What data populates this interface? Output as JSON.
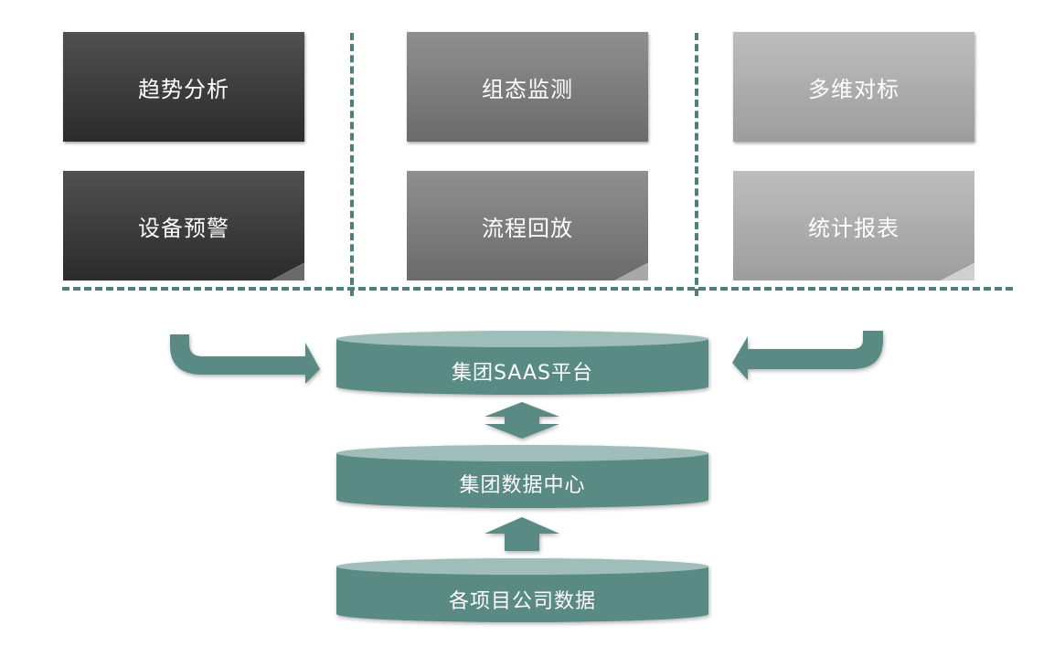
{
  "top_row": [
    "趋势分析",
    "组态监测",
    "多维对标"
  ],
  "bottom_row": [
    "设备预警",
    "流程回放",
    "统计报表"
  ],
  "layers": {
    "saas": "集团SAAS平台",
    "data_center": "集团数据中心",
    "project_data": "各项目公司数据"
  },
  "colors": {
    "teal": "#5a8a84",
    "teal_top": "#9fbeb9",
    "dash": "#4f7f7a",
    "dark_box": "#3a3a3a",
    "mid_box": "#7a7a7a",
    "light_box": "#a8a8a8"
  }
}
